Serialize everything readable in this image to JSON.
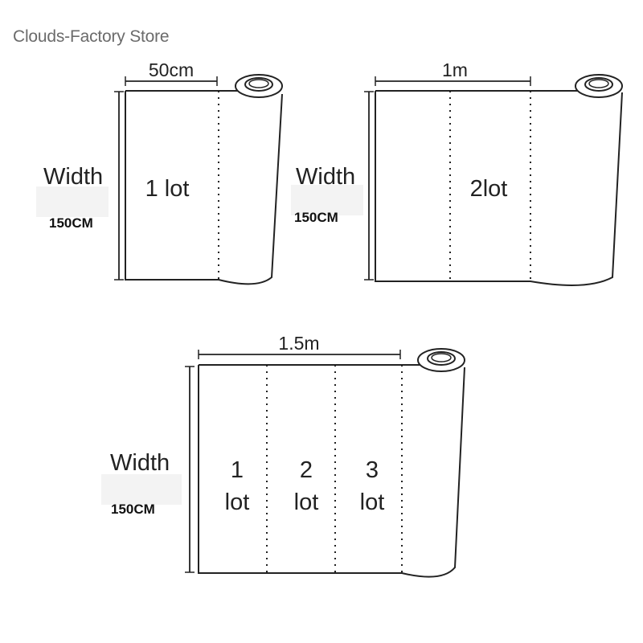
{
  "store_name": "Clouds-Factory Store",
  "rolls": [
    {
      "length_label": "50cm",
      "width_label": "Width",
      "width_value": "150CM",
      "lot_labels": [
        "1 lot"
      ]
    },
    {
      "length_label": "1m",
      "width_label": "Width",
      "width_value": "150CM",
      "lot_labels": [
        "2lot"
      ]
    },
    {
      "length_label": "1.5m",
      "width_label": "Width",
      "width_value": "150CM",
      "lot_labels": [
        {
          "line1": "1",
          "line2": "lot"
        },
        {
          "line1": "2",
          "line2": "lot"
        },
        {
          "line1": "3",
          "line2": "lot"
        }
      ]
    }
  ]
}
